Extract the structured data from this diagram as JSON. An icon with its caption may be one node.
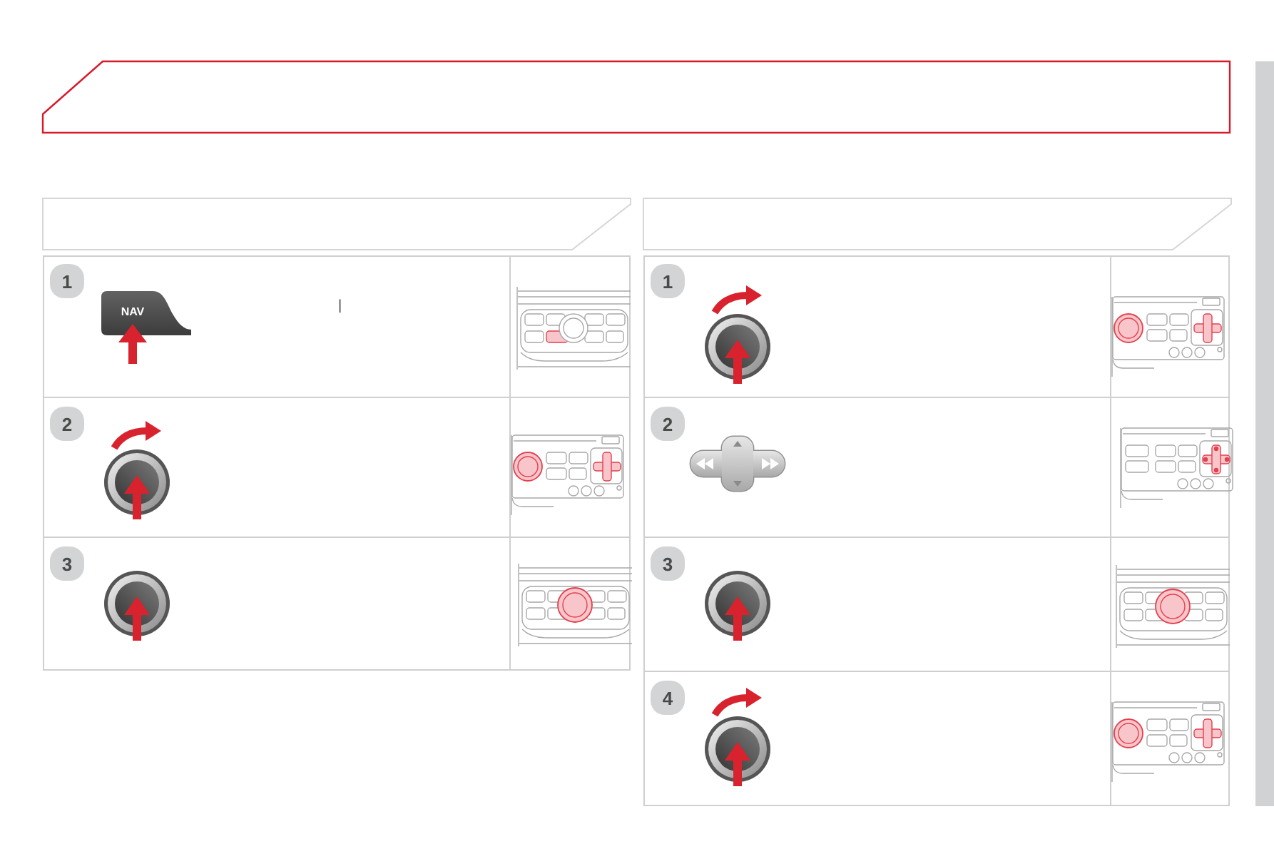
{
  "diagram": {
    "nodes": [
      {
        "text": [],
        "shape": "box"
      },
      {
        "text": [],
        "shape": "box"
      },
      {
        "text": [
          "1"
        ],
        "in": 1
      },
      {
        "text": [
          "NAV"
        ],
        "in": 1
      },
      {
        "text": [
          "2"
        ],
        "in": 1
      },
      {
        "text": [
          "3"
        ],
        "in": 1
      },
      {
        "text": [],
        "shape": "box"
      },
      {
        "text": [
          "1"
        ],
        "in": 6
      },
      {
        "text": [
          "2"
        ],
        "in": 6
      },
      {
        "text": [
          "3"
        ],
        "in": 6
      },
      {
        "text": [
          "4"
        ],
        "in": 6
      }
    ],
    "labels": [
      "|"
    ]
  }
}
